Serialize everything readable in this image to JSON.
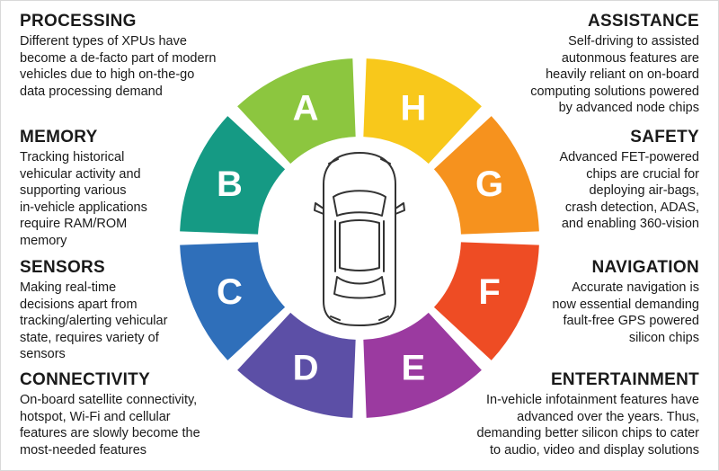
{
  "segments": [
    {
      "id": "a",
      "letter": "A",
      "color": "#8cc63f"
    },
    {
      "id": "b",
      "letter": "B",
      "color": "#159a84"
    },
    {
      "id": "c",
      "letter": "C",
      "color": "#2f6fba"
    },
    {
      "id": "d",
      "letter": "D",
      "color": "#5c4fa6"
    },
    {
      "id": "e",
      "letter": "E",
      "color": "#9b3aa0"
    },
    {
      "id": "f",
      "letter": "F",
      "color": "#ee4c24"
    },
    {
      "id": "g",
      "letter": "G",
      "color": "#f6921e"
    },
    {
      "id": "h",
      "letter": "H",
      "color": "#f8c81b"
    }
  ],
  "left": [
    {
      "title": "PROCESSING",
      "text": "Different types of XPUs have\nbecome a de-facto part of modern\nvehicles due to high on-the-go\ndata processing demand"
    },
    {
      "title": "MEMORY",
      "text": "Tracking historical\nvehicular activity and\nsupporting various\nin-vehicle applications\nrequire RAM/ROM\nmemory"
    },
    {
      "title": "SENSORS",
      "text": "Making real-time\ndecisions apart from\ntracking/alerting vehicular\nstate, requires variety of\nsensors"
    },
    {
      "title": "CONNECTIVITY",
      "text": "On-board satellite connectivity,\nhotspot, Wi-Fi and cellular\nfeatures are slowly become the\nmost-needed features"
    }
  ],
  "right": [
    {
      "title": "ASSISTANCE",
      "text": "Self-driving to assisted\nautonmous features are\nheavily reliant on on-board\ncomputing solutions powered\nby advanced node chips"
    },
    {
      "title": "SAFETY",
      "text": "Advanced FET-powered\nchips are crucial for\ndeploying air-bags,\ncrash detection, ADAS,\nand enabling 360-vision"
    },
    {
      "title": "NAVIGATION",
      "text": "Accurate navigation is\nnow essential demanding\nfault-free GPS powered\nsilicon chips"
    },
    {
      "title": "ENTERTAINMENT",
      "text": "In-vehicle infotainment features have\nadvanced over the years. Thus,\ndemanding better silicon chips to cater\nto audio, video and display solutions"
    }
  ]
}
